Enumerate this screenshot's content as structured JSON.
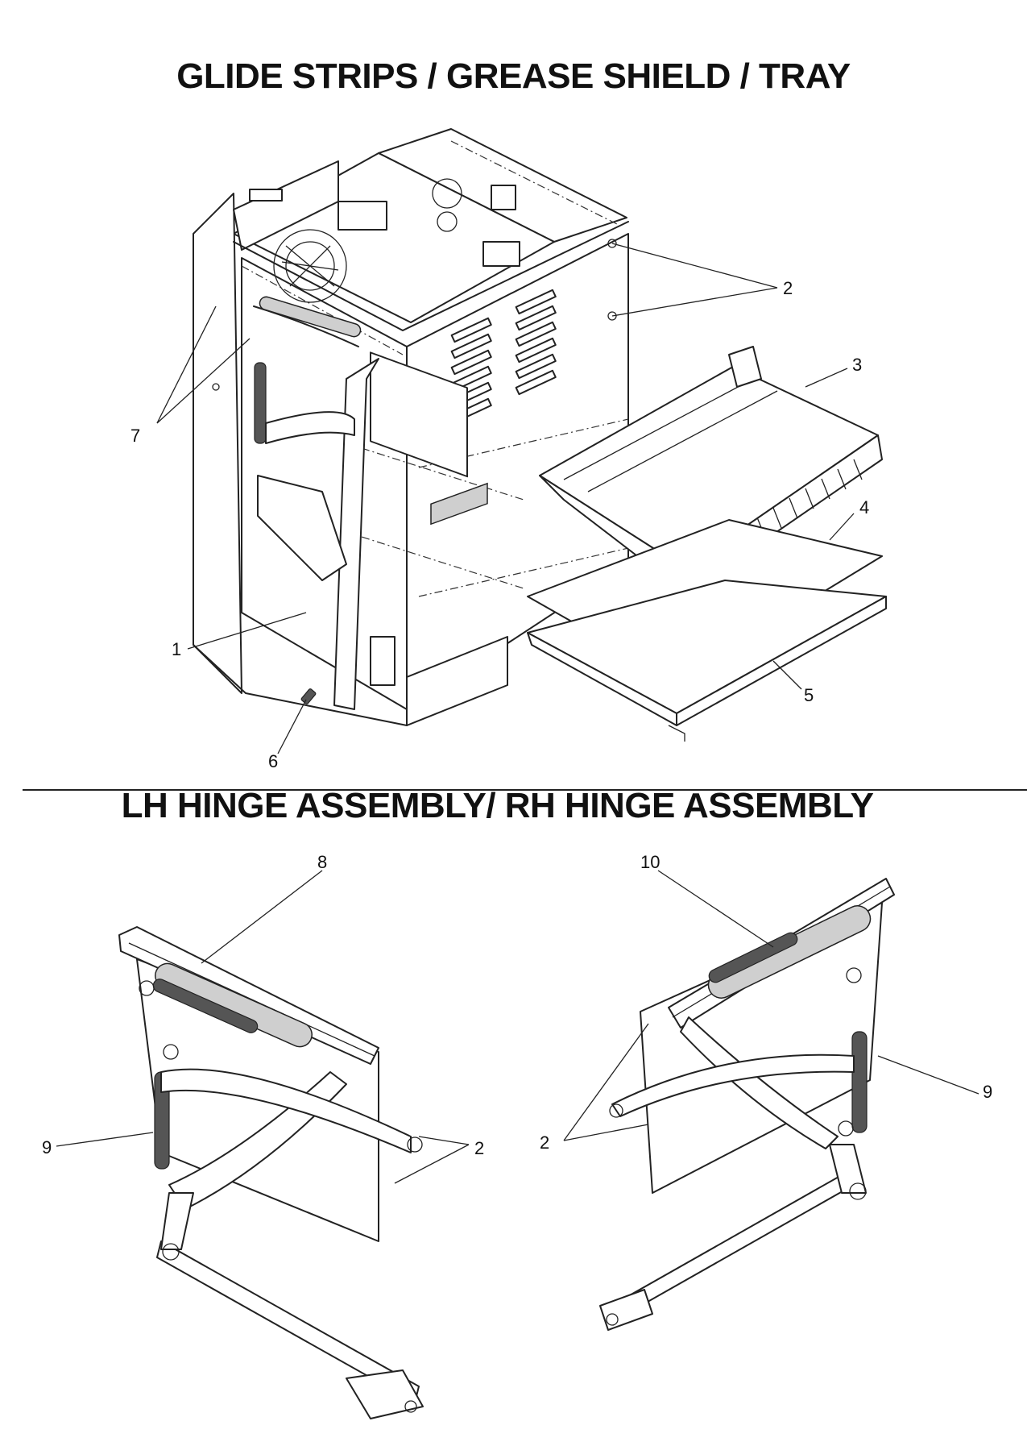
{
  "titles": {
    "top": "GLIDE STRIPS / GREASE SHIELD / TRAY",
    "bottom": "LH HINGE ASSEMBLY/ RH HINGE ASSEMBLY"
  },
  "callouts": {
    "c1": "1",
    "c2_top": "2",
    "c3": "3",
    "c4": "4",
    "c5": "5",
    "c6": "6",
    "c7": "7",
    "c8": "8",
    "c9_left": "9",
    "c2_left": "2",
    "c10": "10",
    "c2_right": "2",
    "c9_right": "9"
  }
}
